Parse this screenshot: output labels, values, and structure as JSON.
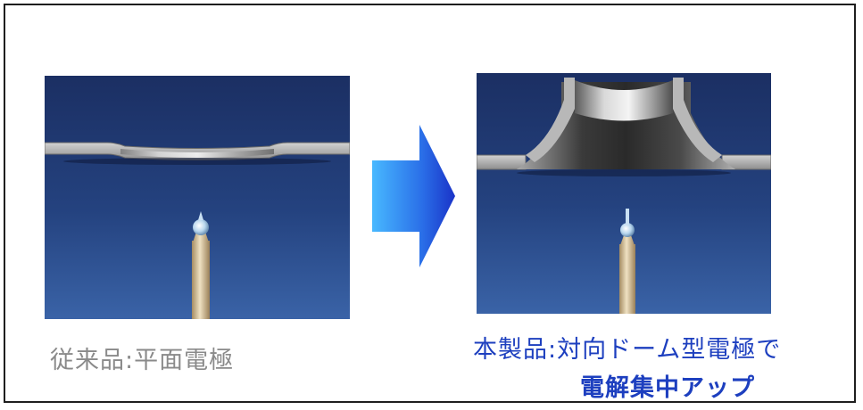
{
  "left_panel": {
    "caption": "従来品:平面電極"
  },
  "right_panel": {
    "caption_line1": "本製品:対向ドーム型電極で",
    "caption_line2": "電解集中アップ"
  },
  "colors": {
    "background_top": "#1b2f63",
    "background_bottom": "#3a63a7",
    "arrow_light": "#48b8ff",
    "arrow_dark": "#1a33c8",
    "caption_left": "#8a8a8a",
    "caption_right": "#1d3fbf",
    "needle_shaft": "#dcc8a0",
    "needle_tip": "#b8d6ee"
  },
  "icons": {
    "arrow": "right-arrow-icon"
  }
}
